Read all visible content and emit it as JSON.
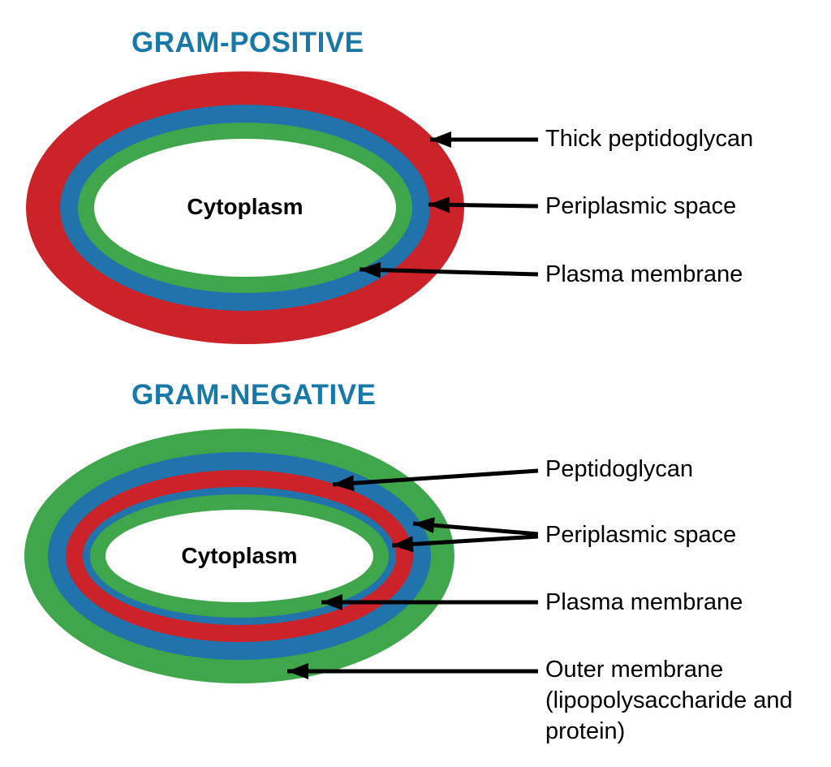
{
  "colors": {
    "background": "#ffffff",
    "title_blue": "#1878a8",
    "text": "#000000",
    "arrow": "#000000",
    "peptidoglycan_red": "#cc2229",
    "periplasmic_blue": "#2173ab",
    "membrane_green": "#3fa64b",
    "cytoplasm_white": "#ffffff"
  },
  "gram_positive": {
    "title": "GRAM-POSITIVE",
    "rings_outside_in": [
      {
        "name": "Thick peptidoglycan",
        "color": "#cc2229"
      },
      {
        "name": "Periplasmic space",
        "color": "#2173ab"
      },
      {
        "name": "Plasma membrane",
        "color": "#3fa64b"
      },
      {
        "name": "Cytoplasm",
        "color": "#ffffff"
      }
    ]
  },
  "gram_negative": {
    "title": "GRAM-NEGATIVE",
    "rings_outside_in": [
      {
        "name": "Outer membrane (lipopolysaccharide and protein)",
        "color": "#3fa64b"
      },
      {
        "name": "Periplasmic space",
        "color": "#2173ab"
      },
      {
        "name": "Peptidoglycan",
        "color": "#cc2229"
      },
      {
        "name": "Periplasmic space",
        "color": "#2173ab"
      },
      {
        "name": "Plasma membrane",
        "color": "#3fa64b"
      },
      {
        "name": "Cytoplasm",
        "color": "#ffffff"
      }
    ]
  }
}
